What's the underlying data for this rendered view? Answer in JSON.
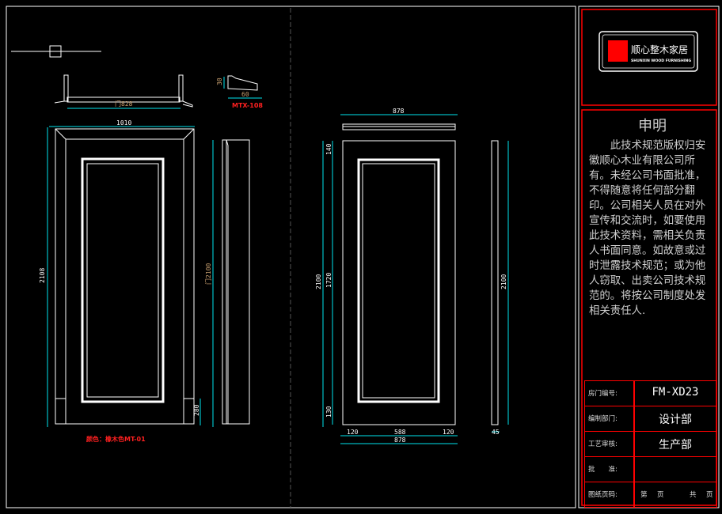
{
  "logo": {
    "name": "顺心整木家居",
    "subtitle": "SHUNXIN WOOD FURNISHING",
    "brand_color": "#ff0000"
  },
  "declaration": {
    "title": "申明",
    "body": "此技术规范版权归安徽顺心木业有限公司所有。未经公司书面批准，不得随意将任何部分翻印。公司相关人员在对外宣传和交流时，如要使用此技术资料，需相关负责人书面同意。如故意或过时泄露技术规范；或为他人窃取、出卖公司技术规范的。将按公司制度处发相关责任人."
  },
  "title_block": {
    "rows": [
      {
        "label": "房门编号:",
        "value": "FM-XD23"
      },
      {
        "label": "编制部门:",
        "value": "设计部"
      },
      {
        "label": "工艺审核:",
        "value": "生产部"
      },
      {
        "label": "批　　准:",
        "value": ""
      },
      {
        "label": "图纸页码:",
        "value": ""
      }
    ],
    "page_labels": {
      "di": "第",
      "ye1": "页",
      "gong": "共",
      "ye2": "页"
    }
  },
  "drawing": {
    "left": {
      "top_width": "门828",
      "width": "1010",
      "height": "2108",
      "inner_height": "门2100",
      "base": "280",
      "molding_h": "30",
      "molding_w": "60",
      "molding_code": "MTX-108",
      "color_note": "颜色：橡木色MT-01"
    },
    "right": {
      "top_width": "878",
      "height": "2100",
      "top_rail": "140",
      "panel": "1720",
      "bottom_rail": "130",
      "left_stile": "120",
      "panel_width": "588",
      "right_stile": "120",
      "total_width": "878",
      "side_height": "2100",
      "thickness": "45"
    }
  },
  "colors": {
    "dimension": "#00e5ee",
    "line": "#ffffff",
    "frame": "#ff0000"
  }
}
